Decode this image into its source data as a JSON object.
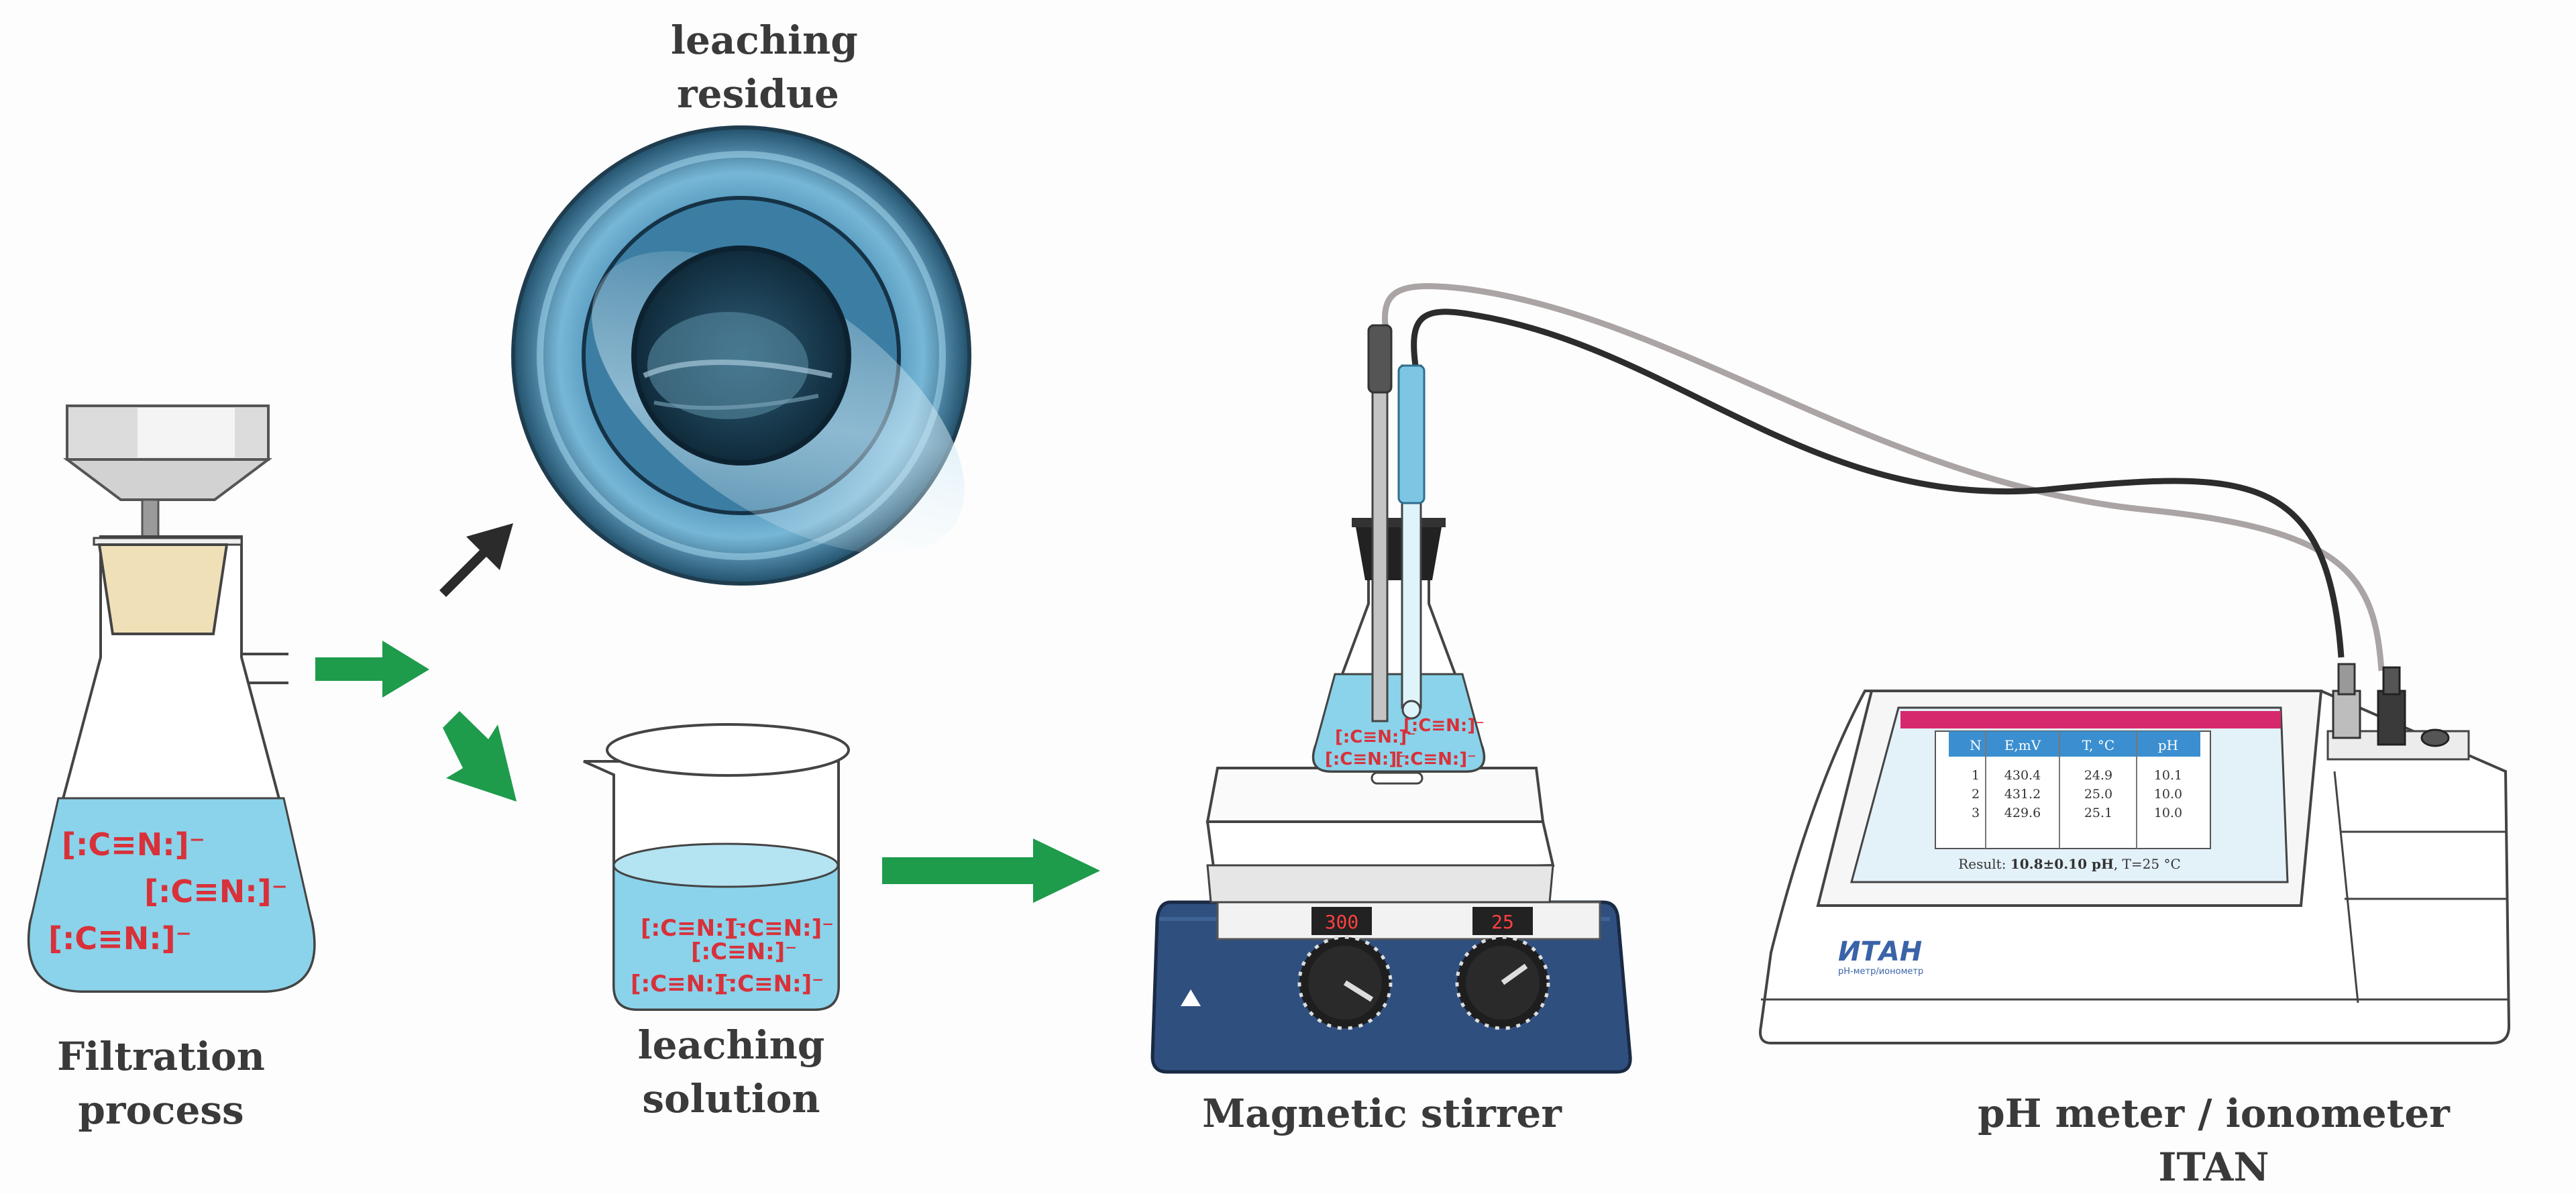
{
  "labels": {
    "filtration_line1": "Filtration",
    "filtration_line2": "process",
    "residue_line1": "leaching",
    "residue_line2": "residue",
    "solution_line1": "leaching",
    "solution_line2": "solution",
    "stirrer": "Magnetic stirrer",
    "meter": "pH meter / ionometer ITAN"
  },
  "ion_formula": "[:C≡N:]⁻",
  "stirrer_display": {
    "speed": "300",
    "temp": "25"
  },
  "meter_table": {
    "headers": [
      "N",
      "E,mV",
      "T, °C",
      "pH"
    ],
    "rows": [
      [
        "1",
        "430.4",
        "24.9",
        "10.1"
      ],
      [
        "2",
        "431.2",
        "25.0",
        "10.0"
      ],
      [
        "3",
        "429.6",
        "25.1",
        "10.0"
      ]
    ],
    "result_prefix": "Result: ",
    "result_value": "10.8±0.10 pH",
    "result_suffix": ", T=25 °C"
  },
  "meter_logo": {
    "brand": "ИТАН",
    "sub": "pH-метр/ионометр"
  },
  "colors": {
    "liquid": "#8ad3ea",
    "ion_red": "#d8313a",
    "arrow_green": "#1e9b4b",
    "arrow_black": "#2b2b2b",
    "stirrer_blue": "#2f4f7f",
    "screen_header": "#d6286c",
    "table_header": "#3b8fd0"
  }
}
